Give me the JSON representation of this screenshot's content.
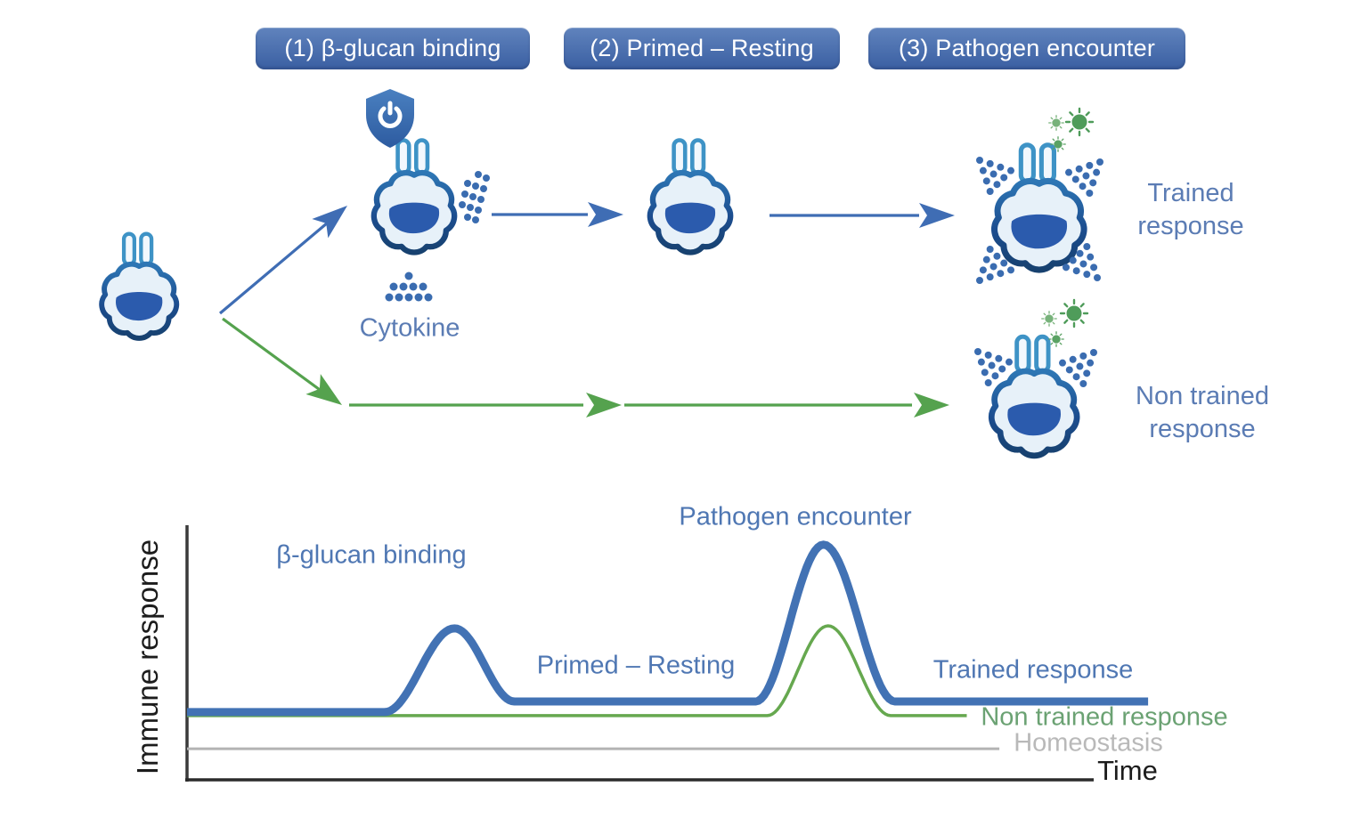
{
  "figure": {
    "background": "#ffffff",
    "description_visible_text_only": true
  },
  "colors": {
    "pill_gradient_top": "#6083bd",
    "pill_gradient_bottom": "#3a5fa2",
    "cell_outline_top": "#2e77b5",
    "cell_outline_bottom": "#17416f",
    "cell_fill": "#e7f1f9",
    "nucleus_blue": "#2b5bad",
    "receptor_prong_blue": "#3e93c6",
    "arrow_blue": "#3f6db4",
    "arrow_green": "#55a24e",
    "cytokine_dot_blue": "#3a6cb0",
    "shield_blue": "#3a70b6",
    "pathogen_green_dark": "#4f9c5a",
    "pathogen_green_light": "#77b27a",
    "pathogen_green_mid": "#5aa263",
    "label_blue": "#5b7cb4",
    "chart_label_blue": "#4f77b3",
    "line_blue": "#4272b4",
    "line_green": "#66a84f",
    "line_grey": "#b3b3b3",
    "label_green": "#6ba273",
    "label_grey": "#b9b9b9",
    "axis_dark": "#333333",
    "text_dark": "#1c1c1c"
  },
  "stages": [
    {
      "label": "(1) β-glucan binding"
    },
    {
      "label": "(2) Primed – Resting"
    },
    {
      "label": "(3) Pathogen encounter"
    }
  ],
  "diagram": {
    "cytokine_label": "Cytokine",
    "trained_label": "Trained response",
    "non_trained_label": "Non trained response",
    "icons": {
      "cell": "macrophage-cell",
      "shield": "shield-refresh-icon",
      "pathogens": "virus-icons",
      "dot_clusters": "cytokine-dot-clusters"
    }
  },
  "chart_data": {
    "type": "line",
    "title": "",
    "xlabel": "Time",
    "ylabel": "Immune response",
    "xlim": [
      0,
      106
    ],
    "ylim": [
      0,
      100
    ],
    "grid": false,
    "legend_position": "inline-annotations",
    "annotations": [
      {
        "text": "β-glucan binding",
        "color_role": "blue"
      },
      {
        "text": "Pathogen encounter",
        "color_role": "blue"
      },
      {
        "text": "Primed – Resting",
        "color_role": "blue"
      },
      {
        "text": "Trained response",
        "color_role": "blue"
      },
      {
        "text": "Non trained response",
        "color_role": "green"
      },
      {
        "text": "Homeostasis",
        "color_role": "grey"
      }
    ],
    "series": [
      {
        "name": "Homeostasis",
        "color_key": "line_grey",
        "stroke_width": 3,
        "points": [
          [
            0,
            12.3
          ],
          [
            89.6,
            12.3
          ]
        ]
      },
      {
        "name": "Non trained response",
        "color_key": "line_green",
        "stroke_width": 3.5,
        "points": [
          [
            0,
            25.4
          ],
          [
            64,
            25.4
          ],
          [
            70.7,
            60.9
          ],
          [
            77.6,
            25.4
          ],
          [
            86,
            25.4
          ]
        ]
      },
      {
        "name": "Trained response",
        "color_key": "line_blue",
        "stroke_width": 9,
        "points": [
          [
            0,
            26.8
          ],
          [
            21.8,
            26.8
          ],
          [
            29.5,
            59.9
          ],
          [
            36.1,
            31
          ],
          [
            62.7,
            31
          ],
          [
            70.2,
            93
          ],
          [
            78.1,
            31
          ],
          [
            106,
            31
          ]
        ]
      }
    ]
  }
}
